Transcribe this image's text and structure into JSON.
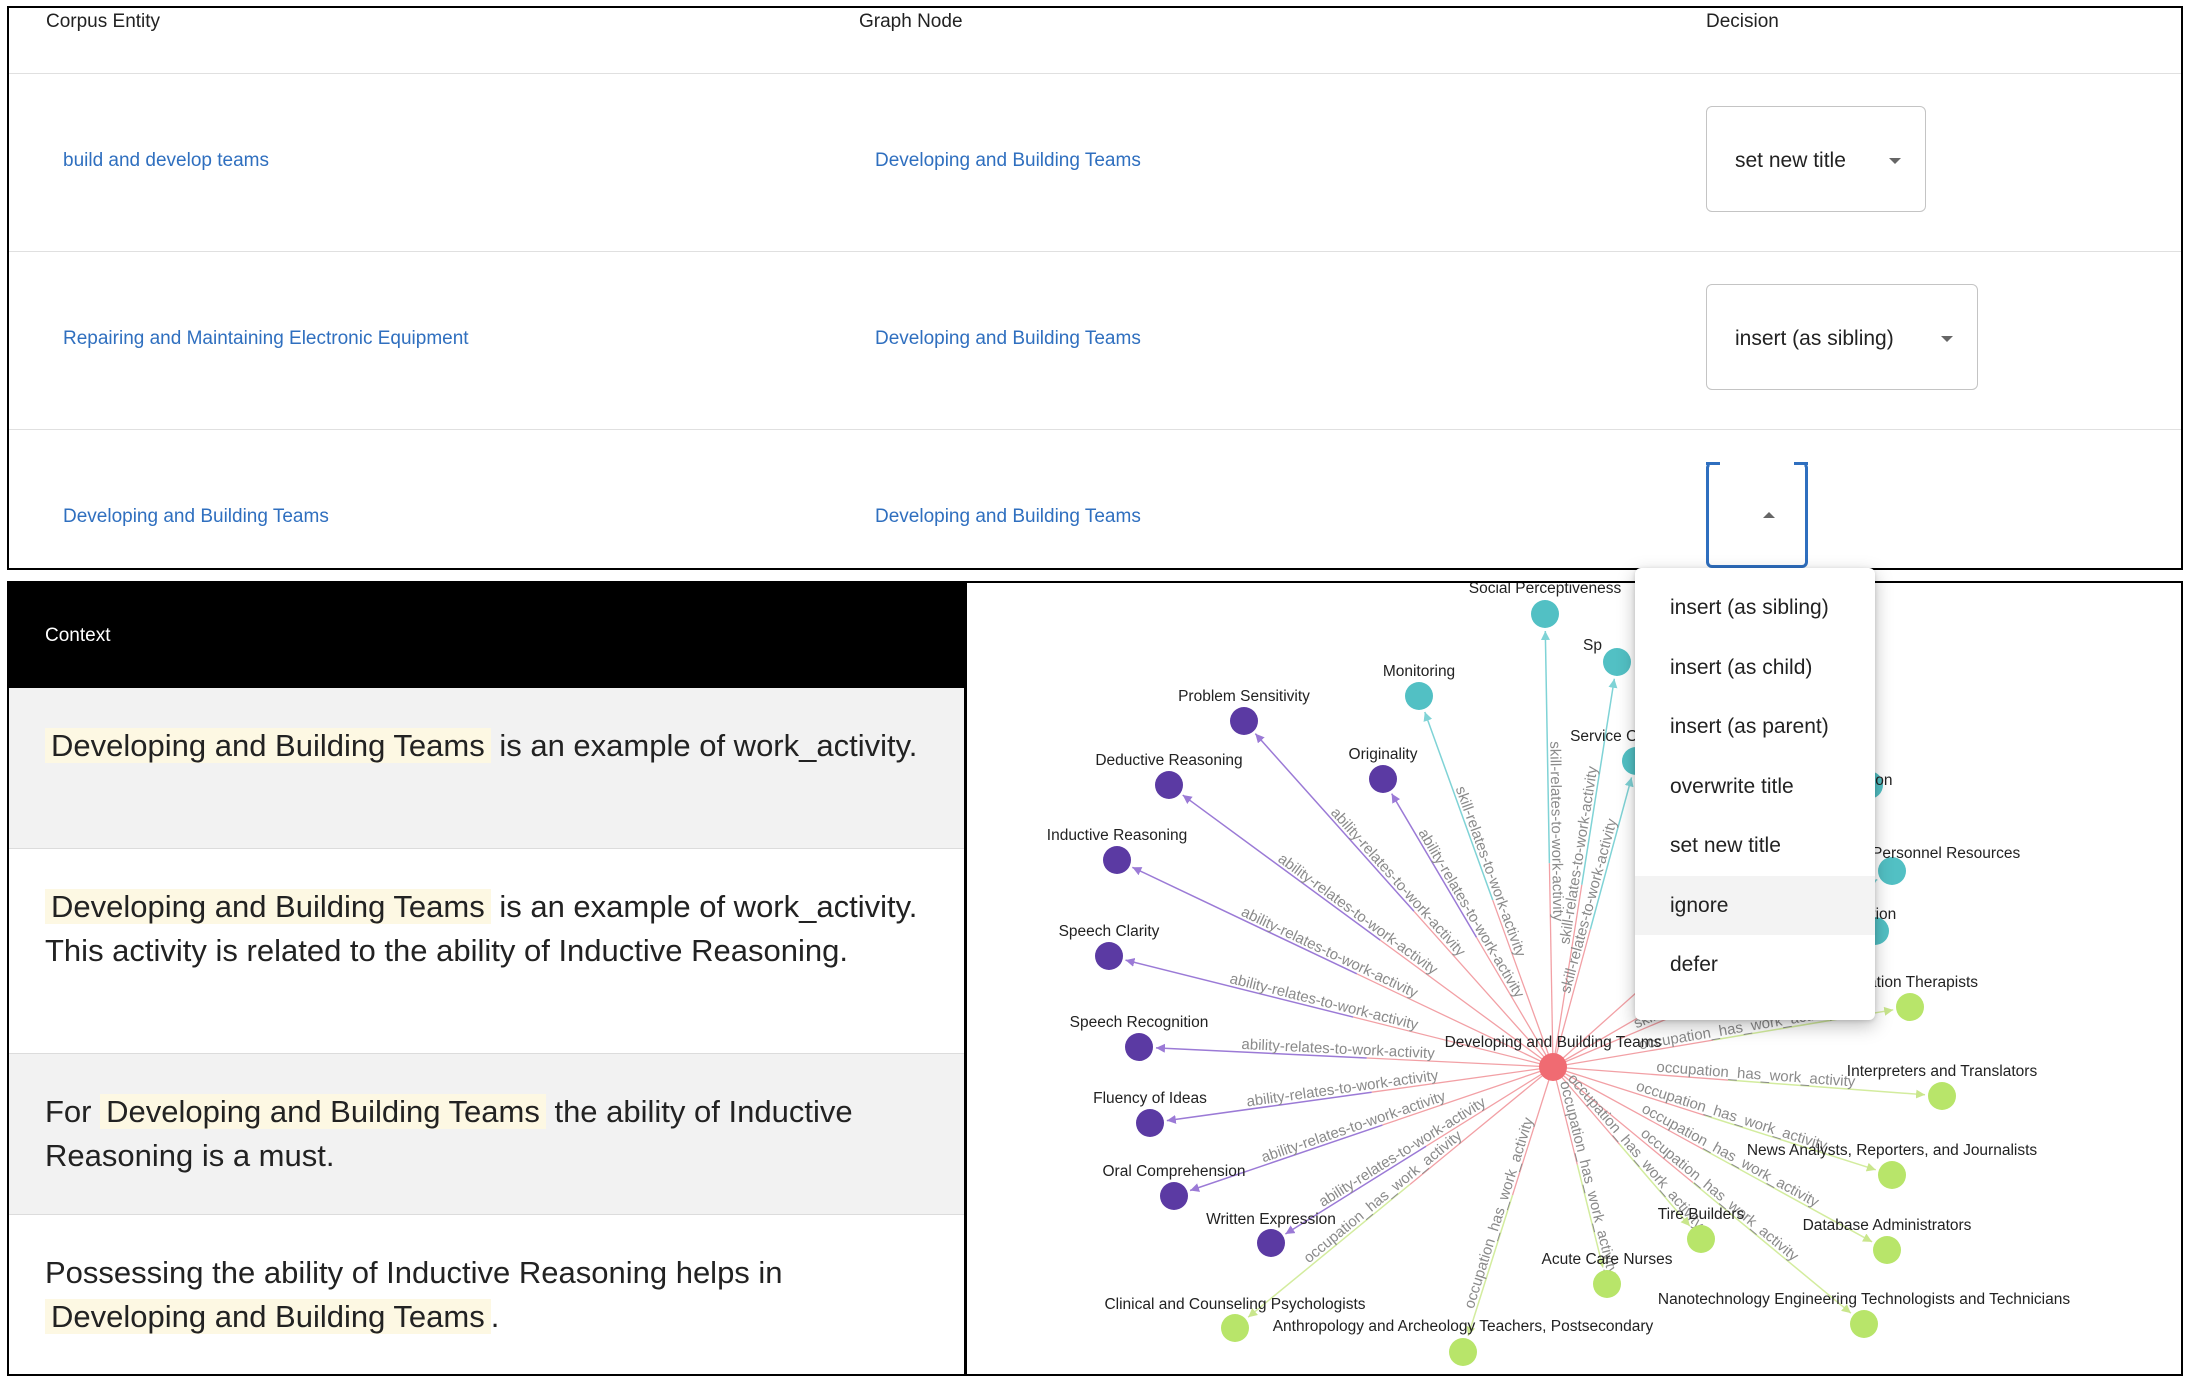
{
  "table": {
    "headers": {
      "corpus": "Corpus Entity",
      "graph": "Graph Node",
      "decision": "Decision"
    },
    "rows": [
      {
        "corpus": "build and develop teams",
        "graph": "Developing and Building Teams",
        "decision": "set new title"
      },
      {
        "corpus": "Repairing and Maintaining Electronic Equipment",
        "graph": "Developing and Building Teams",
        "decision": "insert (as sibling)"
      },
      {
        "corpus": "Developing and Building Teams",
        "graph": "Developing and Building Teams",
        "decision": ""
      }
    ]
  },
  "dropdown": {
    "options": [
      "insert (as sibling)",
      "insert (as child)",
      "insert (as parent)",
      "overwrite title",
      "set new title",
      "ignore",
      "defer"
    ],
    "hovered": "ignore"
  },
  "context": {
    "header": "Context",
    "items": [
      {
        "pre": "",
        "highlight": "Developing and Building Teams",
        "post": " is an example of work_activity."
      },
      {
        "pre": "",
        "highlight": "Developing and Building Teams",
        "post": " is an example of work_activity. This activity is related to the ability of Inductive Reasoning."
      },
      {
        "pre": "For ",
        "highlight": "Developing and Building Teams",
        "post": " the ability of Inductive Reasoning is a must."
      },
      {
        "pre": "Possessing the ability of Inductive Reasoning helps in ",
        "highlight": "Developing and Building Teams",
        "post": "."
      }
    ]
  },
  "graph": {
    "colors": {
      "center": "#f06b72",
      "ability": "#5b3aa3",
      "skill": "#52c0c4",
      "occupation": "#b8e56a",
      "edge_ability": "#9b7ad6",
      "edge_skill": "#7fd3d6",
      "edge_occupation": "#d3ec9e",
      "edge_center": "#f2a0a5",
      "edge_label": "#8a8a8a"
    },
    "center": {
      "label": "Developing and Building Teams"
    },
    "nodes": [
      {
        "label": "Social Perceptiveness",
        "type": "skill"
      },
      {
        "label": "Monitoring",
        "type": "skill"
      },
      {
        "label": "Service Orientation",
        "type": "skill"
      },
      {
        "label": "Sp",
        "type": "skill"
      },
      {
        "label": "sion",
        "type": "skill"
      },
      {
        "label": "Personnel Resources",
        "type": "skill"
      },
      {
        "label": "dination",
        "type": "skill"
      },
      {
        "label": "Problem Sensitivity",
        "type": "ability"
      },
      {
        "label": "Originality",
        "type": "ability"
      },
      {
        "label": "Deductive Reasoning",
        "type": "ability"
      },
      {
        "label": "Inductive Reasoning",
        "type": "ability"
      },
      {
        "label": "Speech Clarity",
        "type": "ability"
      },
      {
        "label": "Speech Recognition",
        "type": "ability"
      },
      {
        "label": "Fluency of Ideas",
        "type": "ability"
      },
      {
        "label": "Oral Comprehension",
        "type": "ability"
      },
      {
        "label": "Written Expression",
        "type": "ability"
      },
      {
        "label": "ation Therapists",
        "type": "occupation"
      },
      {
        "label": "Interpreters and Translators",
        "type": "occupation"
      },
      {
        "label": "News Analysts, Reporters, and Journalists",
        "type": "occupation"
      },
      {
        "label": "Database Administrators",
        "type": "occupation"
      },
      {
        "label": "Nanotechnology Engineering Technologists and Technicians",
        "type": "occupation"
      },
      {
        "label": "Tire Builders",
        "type": "occupation"
      },
      {
        "label": "Acute Care Nurses",
        "type": "occupation"
      },
      {
        "label": "Anthropology and Archeology Teachers, Postsecondary",
        "type": "occupation"
      },
      {
        "label": "Clinical and Counseling Psychologists",
        "type": "occupation"
      }
    ],
    "edge_labels": {
      "ability": "ability-relates-to-work-activity",
      "skill": "skill-relates-to-work-activity",
      "occupation": "occupation_has_work_activity"
    }
  }
}
